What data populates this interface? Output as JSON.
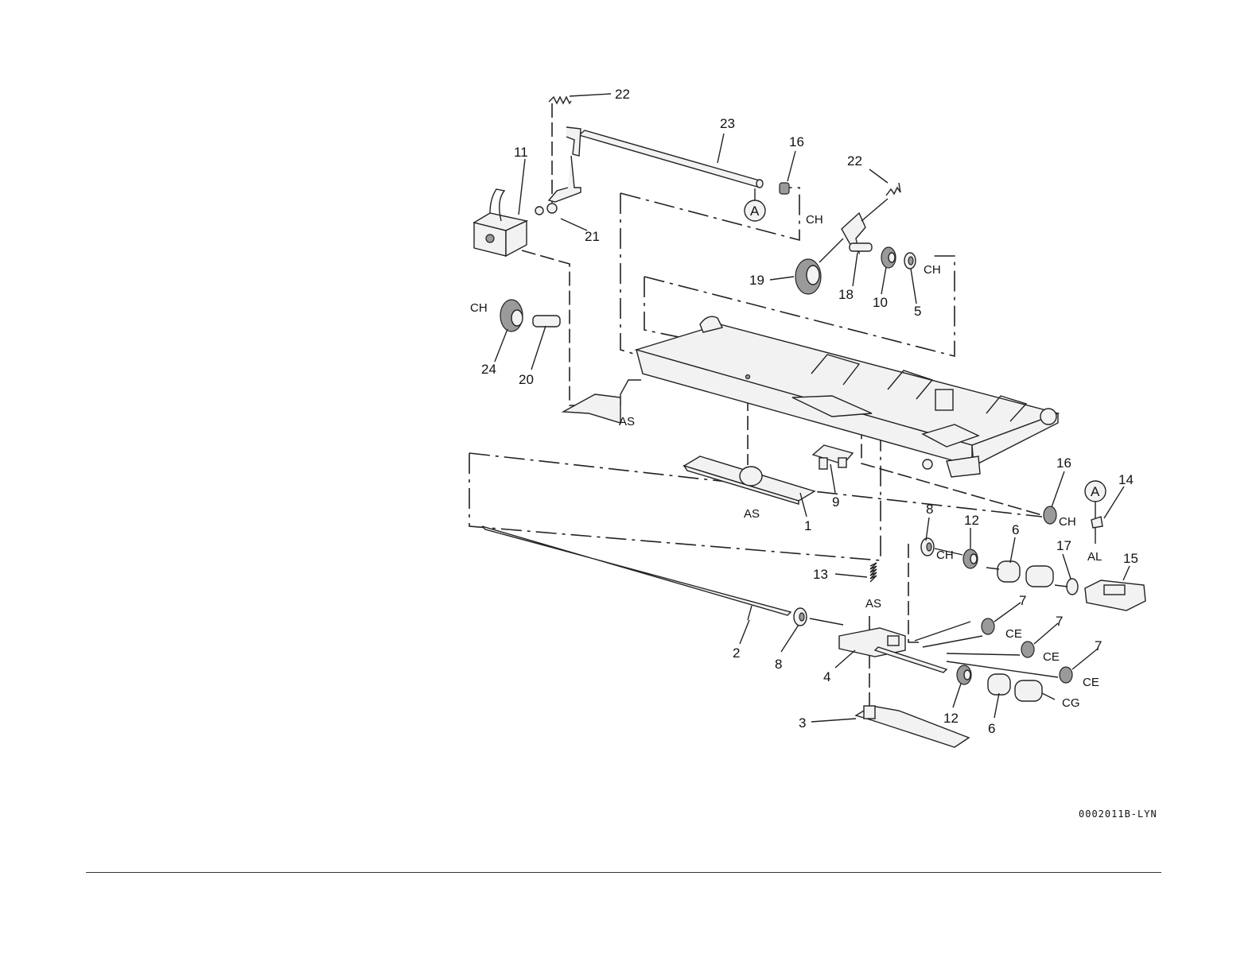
{
  "figure_id": "0002011B-LYN",
  "callouts": [
    {
      "id": "c22a",
      "text": "22"
    },
    {
      "id": "c23",
      "text": "23"
    },
    {
      "id": "c16a",
      "text": "16"
    },
    {
      "id": "c22b",
      "text": "22"
    },
    {
      "id": "c11",
      "text": "11"
    },
    {
      "id": "c21",
      "text": "21"
    },
    {
      "id": "c19",
      "text": "19"
    },
    {
      "id": "c18",
      "text": "18"
    },
    {
      "id": "c10",
      "text": "10"
    },
    {
      "id": "c5",
      "text": "5"
    },
    {
      "id": "c24",
      "text": "24"
    },
    {
      "id": "c20",
      "text": "20"
    },
    {
      "id": "c9",
      "text": "9"
    },
    {
      "id": "c1",
      "text": "1"
    },
    {
      "id": "c16b",
      "text": "16"
    },
    {
      "id": "c14",
      "text": "14"
    },
    {
      "id": "c8a",
      "text": "8"
    },
    {
      "id": "c12a",
      "text": "12"
    },
    {
      "id": "c6a",
      "text": "6"
    },
    {
      "id": "c17",
      "text": "17"
    },
    {
      "id": "c15",
      "text": "15"
    },
    {
      "id": "c13",
      "text": "13"
    },
    {
      "id": "c7a",
      "text": "7"
    },
    {
      "id": "c7b",
      "text": "7"
    },
    {
      "id": "c7c",
      "text": "7"
    },
    {
      "id": "c2",
      "text": "2"
    },
    {
      "id": "c8b",
      "text": "8"
    },
    {
      "id": "c4",
      "text": "4"
    },
    {
      "id": "c3",
      "text": "3"
    },
    {
      "id": "c12b",
      "text": "12"
    },
    {
      "id": "c6b",
      "text": "6"
    }
  ],
  "codes": [
    {
      "id": "k_ch1",
      "text": "CH"
    },
    {
      "id": "k_ch2",
      "text": "CH"
    },
    {
      "id": "k_ch3",
      "text": "CH"
    },
    {
      "id": "k_as1",
      "text": "AS"
    },
    {
      "id": "k_as2",
      "text": "AS"
    },
    {
      "id": "k_ch4",
      "text": "CH"
    },
    {
      "id": "k_al",
      "text": "AL"
    },
    {
      "id": "k_ch5",
      "text": "CH"
    },
    {
      "id": "k_as3",
      "text": "AS"
    },
    {
      "id": "k_ce1",
      "text": "CE"
    },
    {
      "id": "k_ce2",
      "text": "CE"
    },
    {
      "id": "k_ce3",
      "text": "CE"
    },
    {
      "id": "k_cg",
      "text": "CG"
    }
  ],
  "reference_marks": [
    {
      "id": "refA1",
      "text": "A"
    },
    {
      "id": "refA2",
      "text": "A"
    }
  ]
}
